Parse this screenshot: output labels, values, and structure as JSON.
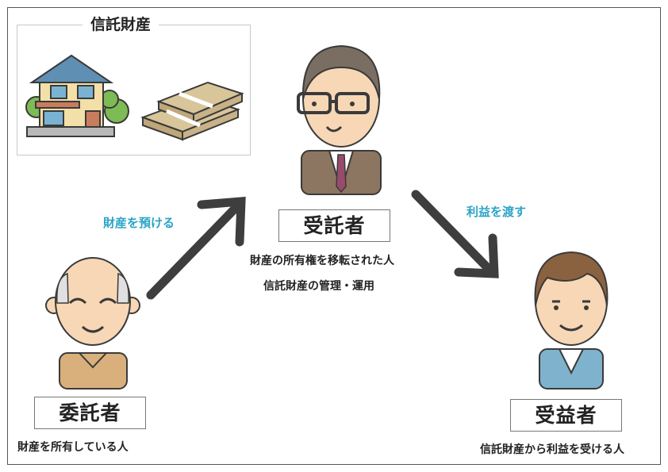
{
  "property": {
    "title": "信託財産"
  },
  "trustee": {
    "role": "受託者",
    "desc_line1": "財産の所有権を移転された人",
    "desc_line2": "信託財産の管理・運用"
  },
  "settlor": {
    "role": "委託者",
    "desc": "財産を所有している人"
  },
  "beneficiary": {
    "role": "受益者",
    "desc": "信託財産から利益を受ける人"
  },
  "arrows": {
    "left_label": "財産を預ける",
    "right_label": "利益を渡す"
  },
  "colors": {
    "accent": "#2aa4c6",
    "arrow": "#3e3e3e"
  }
}
